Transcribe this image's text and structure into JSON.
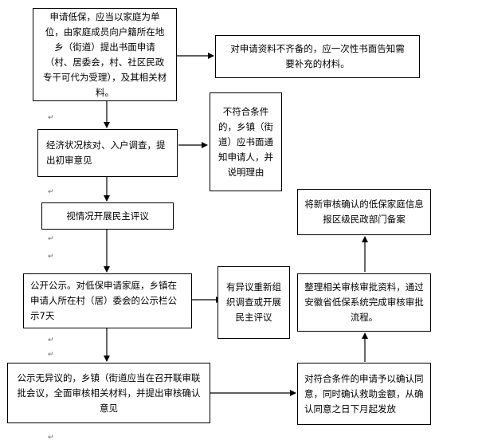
{
  "nodes": {
    "apply": "申请低保，应当以家庭为单位，由家庭成员向户籍所在地乡（街道）提出书面申请（村、居委会，村、社区民政专干可代为受理），及其相关材料。",
    "incomplete": "对申请资料不齐备的，应一次性书面告知需要补充的材料。",
    "verify": "经济状况核对、入户调查，提出初审意见",
    "reject": "不符合条件的，乡镇（街道）应书面通知申请人，并说明理由",
    "democratic": "视情况开展民主评议",
    "publicize": "公开公示。对低保申请家庭，乡镇在申请人所在村（居）委会的公示栏公示7天",
    "objection": "有异议重新组织调查或开展民主评议",
    "no_objection": "公示无异议的，乡镇（街道应当在召开联审联批会议，全面审核相关材料，并提出审核确认意见",
    "approve": "对符合条件的申请予以确认同意，同时确认救助金额，从确认同意之日下月起发放",
    "organize": "整理相关审核审批资料，通过安徽省低保系统完成审核审批流程。",
    "file": "将新审核确认的低保家庭信息报区级民政部门备案"
  },
  "return_mark": "↵"
}
